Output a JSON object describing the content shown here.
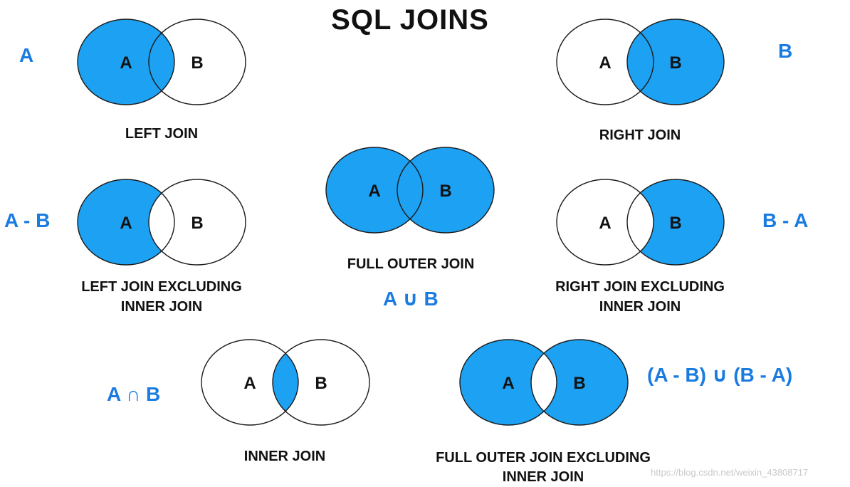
{
  "title": "SQL JOINS",
  "colors": {
    "fill": "#1da1f2",
    "stroke": "#1b1b1b",
    "note": "#1a7be0"
  },
  "diagrams": {
    "left_join": {
      "set_a": "A",
      "set_b": "B",
      "highlight": [
        "a_only",
        "intersection"
      ],
      "caption": "LEFT JOIN",
      "note": "A"
    },
    "right_join": {
      "set_a": "A",
      "set_b": "B",
      "highlight": [
        "intersection",
        "b_only"
      ],
      "caption": "RIGHT JOIN",
      "note": "B"
    },
    "left_excluding": {
      "set_a": "A",
      "set_b": "B",
      "highlight": [
        "a_only"
      ],
      "caption_1": "LEFT JOIN EXCLUDING",
      "caption_2": "INNER JOIN",
      "note": "A - B"
    },
    "full_outer": {
      "set_a": "A",
      "set_b": "B",
      "highlight": [
        "a_only",
        "intersection",
        "b_only"
      ],
      "caption": "FULL OUTER JOIN",
      "note": "A ∪ B"
    },
    "right_excluding": {
      "set_a": "A",
      "set_b": "B",
      "highlight": [
        "b_only"
      ],
      "caption_1": "RIGHT JOIN EXCLUDING",
      "caption_2": "INNER JOIN",
      "note": "B - A"
    },
    "inner_join": {
      "set_a": "A",
      "set_b": "B",
      "highlight": [
        "intersection"
      ],
      "caption": "INNER JOIN",
      "note": "A ∩ B"
    },
    "full_outer_excluding": {
      "set_a": "A",
      "set_b": "B",
      "highlight": [
        "a_only",
        "b_only"
      ],
      "caption_1": "FULL OUTER JOIN EXCLUDING",
      "caption_2": "INNER JOIN",
      "note": "(A - B)  ∪  (B - A)"
    }
  },
  "watermark": "https://blog.csdn.net/weixin_43808717"
}
